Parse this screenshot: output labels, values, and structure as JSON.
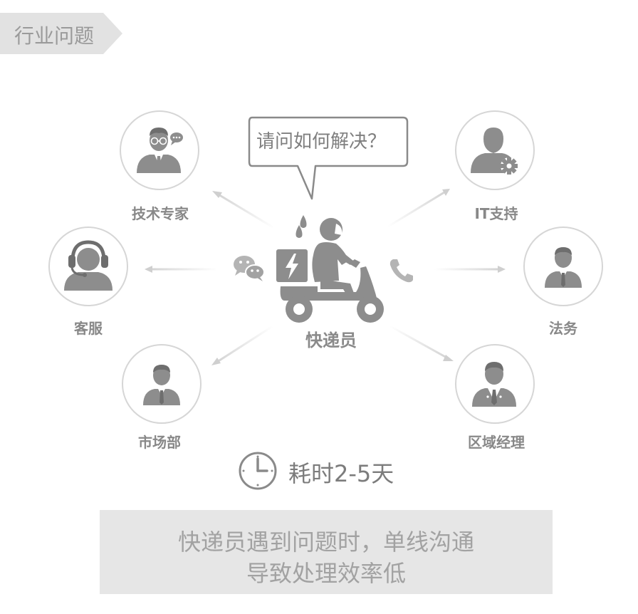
{
  "banner": {
    "title": "行业问题"
  },
  "question_bubble": {
    "text": "请问如何解决？"
  },
  "center": {
    "label": "快递员",
    "icon": "courier-scooter-icon"
  },
  "channels": [
    {
      "icon": "wechat-icon"
    },
    {
      "icon": "phone-icon"
    }
  ],
  "roles": [
    {
      "label": "技术专家",
      "icon": "expert-icon"
    },
    {
      "label": "IT支持",
      "icon": "it-support-icon"
    },
    {
      "label": "客服",
      "icon": "headset-agent-icon"
    },
    {
      "label": "法务",
      "icon": "legal-person-icon"
    },
    {
      "label": "市场部",
      "icon": "marketing-person-icon"
    },
    {
      "label": "区域经理",
      "icon": "manager-icon"
    }
  ],
  "duration": {
    "text": "耗时2-5天",
    "icon": "clock-icon"
  },
  "summary": {
    "line1": "快递员遇到问题时，单线沟通",
    "line2": "导致处理效率低"
  },
  "colors": {
    "icon_gray": "#8d8d8d",
    "ring_gray": "#d6d6d6",
    "summary_bg": "#e6e6e6",
    "banner_bg": "#e2e2e2"
  }
}
